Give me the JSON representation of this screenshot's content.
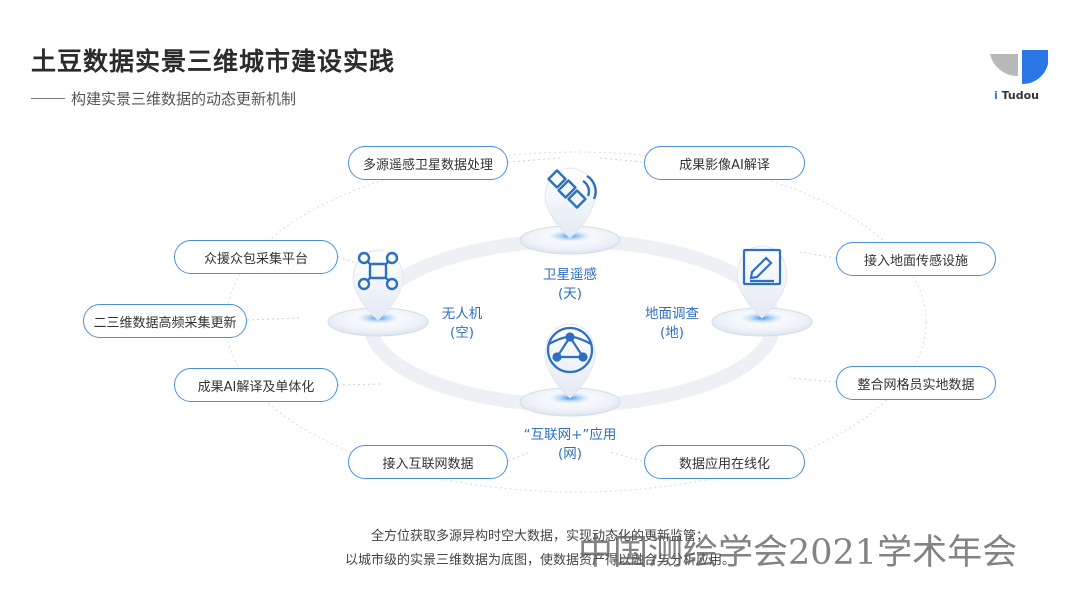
{
  "header": {
    "title": "土豆数据实景三维城市建设实践",
    "subtitle": "构建实景三维数据的动态更新机制"
  },
  "logo": {
    "i": "i",
    "name": "Tudou"
  },
  "nodes": {
    "satellite": {
      "label": "卫星遥感",
      "sub": "(天)"
    },
    "drone": {
      "label": "无人机",
      "sub": "(空)"
    },
    "ground": {
      "label": "地面调查",
      "sub": "(地)"
    },
    "internet": {
      "label": "“互联网+”应用",
      "sub": "(网)"
    }
  },
  "pills": {
    "top_left": "多源遥感卫星数据处理",
    "top_right": "成果影像AI解译",
    "left_1": "众援众包采集平台",
    "left_2": "二三维数据高频采集更新",
    "left_3": "成果AI解译及单体化",
    "right_1": "接入地面传感设施",
    "right_2": "整合网格员实地数据",
    "bottom_left": "接入互联网数据",
    "bottom_right": "数据应用在线化"
  },
  "caption": {
    "line1": "全方位获取多源异构时空大数据，实现动态化的更新监管；",
    "line2": "以城市级的实景三维数据为底图，使数据资产得以融合与分析应用。"
  },
  "watermark": "中国测绘学会2021学术年会",
  "colors": {
    "accent": "#4a8fdc",
    "label": "#2f6fc1",
    "logo_blue": "#2a77e8",
    "logo_gray": "#b9b9b9"
  }
}
